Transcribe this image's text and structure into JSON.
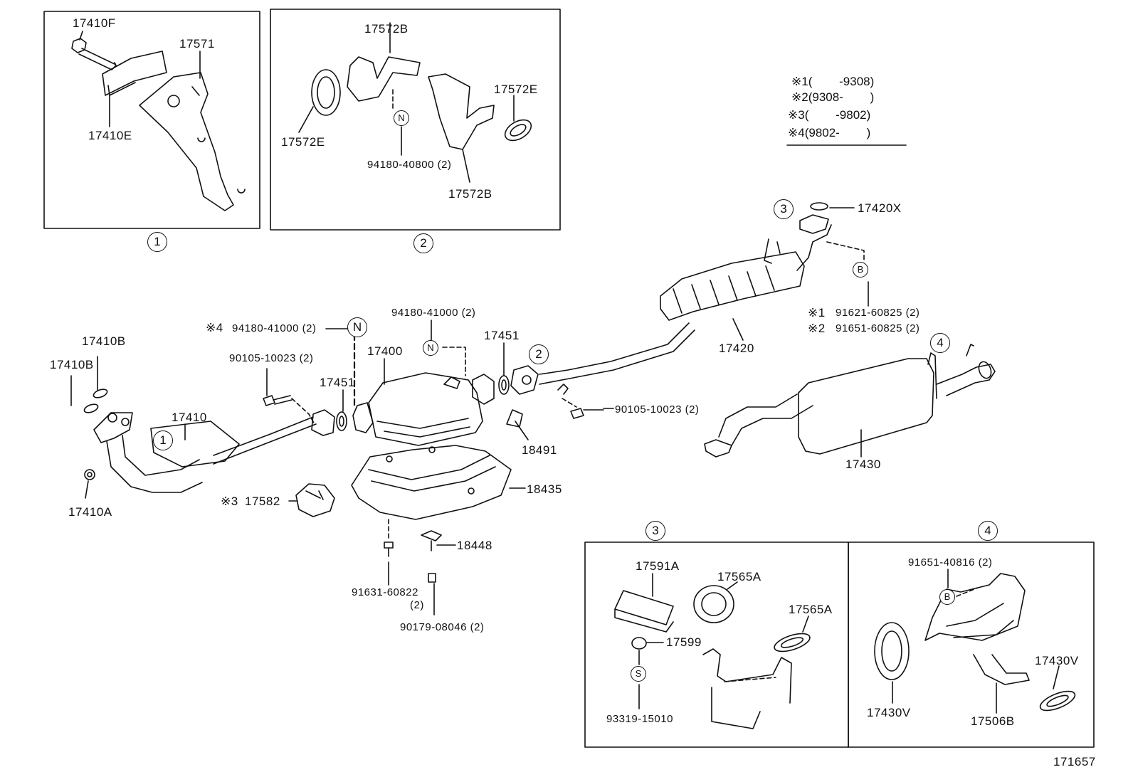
{
  "legend": [
    {
      "mark": "※1",
      "range": "(        -9308)"
    },
    {
      "mark": "※2",
      "range": "(9308-        )"
    },
    {
      "mark": "※3",
      "range": "(        -9802)"
    },
    {
      "mark": "※4",
      "range": "(9802-        )"
    }
  ],
  "refs": {
    "one": "1",
    "two": "2",
    "three": "3",
    "four": "4",
    "n": "N",
    "b": "B",
    "s": "S"
  },
  "parts": {
    "p17410F": "17410F",
    "p17571": "17571",
    "p17410E": "17410E",
    "p17572B_a": "17572B",
    "p17572E_a": "17572E",
    "p17572E_b": "17572E",
    "p94180_40800": "94180-40800 (2)",
    "p17572B_b": "17572B",
    "p17420X": "17420X",
    "p91621": "91621-60825 (2)",
    "p91651_60825": "91651-60825 (2)",
    "p17420": "17420",
    "note1": "※1",
    "note2": "※2",
    "note3": "※3",
    "note4": "※4",
    "p94180_41000_a": "94180-41000 (2)",
    "p94180_41000_b": "94180-41000 (2)",
    "p17410B_a": "17410B",
    "p17410B_b": "17410B",
    "p90105_a": "90105-10023 (2)",
    "p17400": "17400",
    "p17451_a": "17451",
    "p17451_b": "17451",
    "p17410": "17410",
    "p90105_b": "90105-10023 (2)",
    "p18491": "18491",
    "p17430": "17430",
    "p17410A": "17410A",
    "p17582": "17582",
    "p18435": "18435",
    "p18448": "18448",
    "p91631": "91631-60822",
    "p91631_qty": "(2)",
    "p90179": "90179-08046 (2)",
    "p17591A": "17591A",
    "p17565A_a": "17565A",
    "p17565A_b": "17565A",
    "p17599": "17599",
    "p93319": "93319-15010",
    "p91651_40816": "91651-40816 (2)",
    "p17430V_a": "17430V",
    "p17430V_b": "17430V",
    "p17506B": "17506B",
    "figure_no": "171657"
  }
}
